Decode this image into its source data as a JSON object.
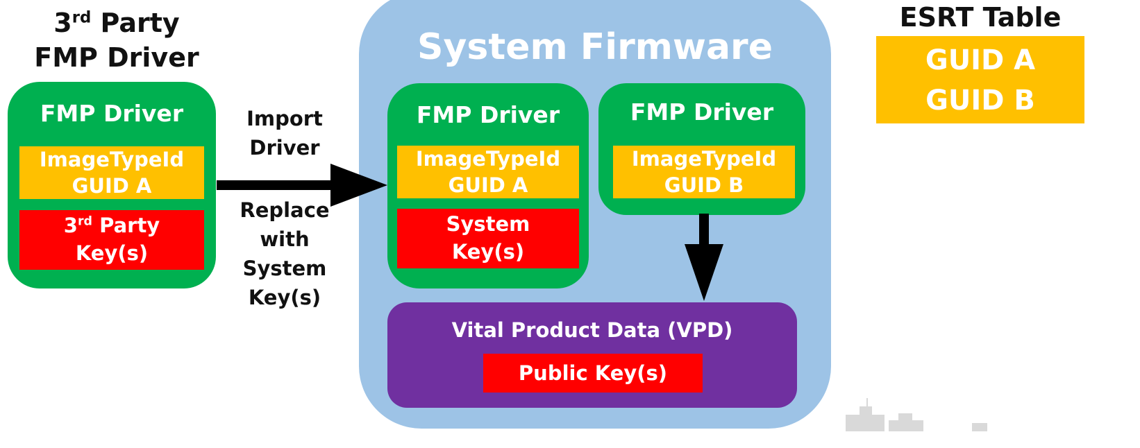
{
  "third_party": {
    "title_line1_prefix": "3",
    "title_line1_sup": "rd",
    "title_line1_suffix": " Party",
    "title_line2": "FMP Driver",
    "driver_label": "FMP Driver",
    "image_type_line1": "ImageTypeId",
    "image_type_line2": "GUID A",
    "key_line1_prefix": "3",
    "key_line1_sup": "rd",
    "key_line1_suffix": " Party",
    "key_line2": "Key(s)"
  },
  "arrow_labels": {
    "top_line1": "Import",
    "top_line2": "Driver",
    "bottom_line1": "Replace",
    "bottom_line2": "with",
    "bottom_line3": "System",
    "bottom_line4": "Key(s)"
  },
  "system_firmware": {
    "title": "System Firmware",
    "driver_a": {
      "label": "FMP Driver",
      "image_type_line1": "ImageTypeId",
      "image_type_line2": "GUID A",
      "key_line1": "System",
      "key_line2": "Key(s)"
    },
    "driver_b": {
      "label": "FMP Driver",
      "image_type_line1": "ImageTypeId",
      "image_type_line2": "GUID B"
    },
    "vpd": {
      "title": "Vital Product Data (VPD)",
      "public_keys": "Public Key(s)"
    }
  },
  "esrt": {
    "title": "ESRT Table",
    "entries": [
      "GUID A",
      "GUID B"
    ]
  },
  "colors": {
    "green": "#00b050",
    "yellow": "#ffc000",
    "red": "#ff0000",
    "purple": "#7030a0",
    "firmware_blue": "#9dc3e6"
  }
}
